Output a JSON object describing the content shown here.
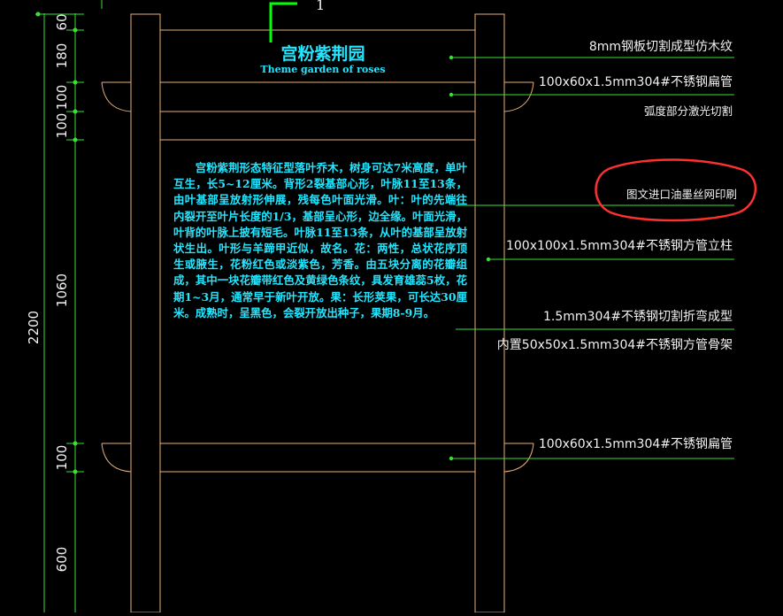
{
  "sign": {
    "title": "宫粉紫荆园",
    "subtitle": "Theme garden of roses",
    "body": "宫粉紫荆形态特征型落叶乔木，树身可达7米高度，单叶互生，长5~12厘米。背形2裂基部心形，叶脉11至13条，由叶基部呈放射形伸展，残每色叶面光滑。叶：叶的先端往内裂开至叶片长度的1/3，基部呈心形，边全缘。叶面光滑，叶背的叶脉上披有短毛。叶脉11至13条，从叶的基部呈放射状生出。叶形与羊蹄甲近似，故名。花：两性，总状花序顶生或腋生，花粉红色或淡紫色，芳香。由五块分离的花瓣组成，其中一块花瓣带红色及黄绿色条纹，具发育雄蕊5枚，花期1~3月，通常早于新叶开放。果：长形荚果，可长达30厘米。成熟时，呈黑色，会裂开放出种子，果期8-9月。"
  },
  "section_mark": "1",
  "annotations": {
    "wood_grain": "8mm钢板切割成型仿木纹",
    "top_flat_tube": "100x60x1.5mm304#不锈钢扁管",
    "arc_laser": "弧度部分激光切割",
    "ink_print": "图文进口油墨丝网印刷",
    "square_post": "100x100x1.5mm304#不锈钢方管立柱",
    "folded_plate": "1.5mm304#不锈钢切割折弯成型",
    "inner_frame": "内置50x50x1.5mm304#不锈钢方管骨架",
    "bottom_flat_tube": "100x60x1.5mm304#不锈钢扁管"
  },
  "dimensions": {
    "total": "2200",
    "segments": [
      "60",
      "180",
      "100",
      "100",
      "1060",
      "100",
      "600"
    ]
  },
  "colors": {
    "outline": "#e8b07a",
    "dim_line": "#38e038",
    "text_cyan": "#22e6ff",
    "callout": "#ff3030",
    "note_text": "#f2f2f2",
    "marker": "#00ff00"
  }
}
